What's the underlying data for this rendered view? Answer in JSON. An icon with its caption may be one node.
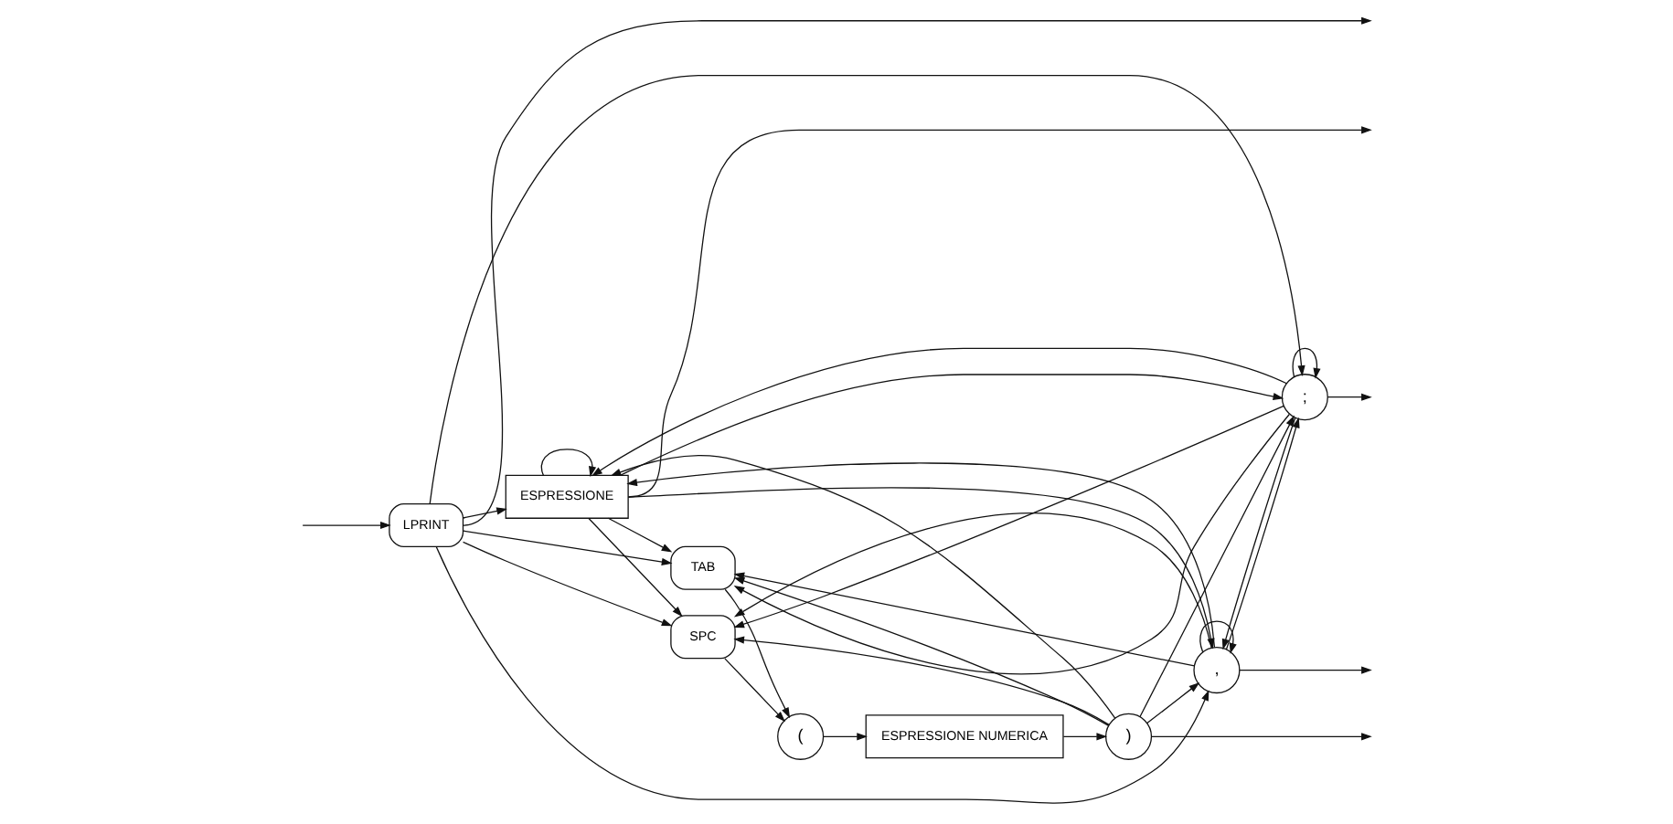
{
  "diagram": {
    "nodes": [
      {
        "text": [
          "LPRINT"
        ]
      },
      {
        "text": [
          "ESPRESSIONE"
        ]
      },
      {
        "text": [
          "SPC"
        ]
      },
      {
        "text": [
          "TAB"
        ]
      },
      {
        "text": [
          "("
        ]
      },
      {
        "text": [
          "ESPRESSIONE NUMERICA"
        ]
      },
      {
        "text": [
          ")"
        ]
      },
      {
        "text": [
          ","
        ]
      },
      {
        "text": [
          ";"
        ]
      }
    ],
    "edges": [
      {
        "from": 0,
        "to": null,
        "arrow": "to"
      },
      {
        "from": null,
        "to": 0,
        "arrow": "to"
      },
      {
        "from": 0,
        "to": 1,
        "arrow": "to"
      },
      {
        "from": 0,
        "to": 2,
        "arrow": "to"
      },
      {
        "from": 0,
        "to": 3,
        "arrow": "to"
      },
      {
        "from": 0,
        "to": 7,
        "arrow": "to"
      },
      {
        "from": 0,
        "to": 8,
        "arrow": "to"
      },
      {
        "from": 2,
        "to": 4,
        "arrow": "to"
      },
      {
        "from": 3,
        "to": 4,
        "arrow": "to"
      },
      {
        "from": 4,
        "to": 5,
        "arrow": "to"
      },
      {
        "from": 5,
        "to": 6,
        "arrow": "to"
      },
      {
        "from": 1,
        "to": null,
        "arrow": "to"
      },
      {
        "from": 6,
        "to": null,
        "arrow": "to"
      },
      {
        "from": 7,
        "to": null,
        "arrow": "to"
      },
      {
        "from": 8,
        "to": null,
        "arrow": "to"
      },
      {
        "from": 1,
        "to": 1,
        "arrow": "to"
      },
      {
        "from": 1,
        "to": 2,
        "arrow": "to"
      },
      {
        "from": 1,
        "to": 3,
        "arrow": "to"
      },
      {
        "from": 1,
        "to": 7,
        "arrow": "to"
      },
      {
        "from": 1,
        "to": 8,
        "arrow": "to"
      },
      {
        "from": 6,
        "to": 1,
        "arrow": "to"
      },
      {
        "from": 6,
        "to": 2,
        "arrow": "to"
      },
      {
        "from": 6,
        "to": 3,
        "arrow": "to"
      },
      {
        "from": 6,
        "to": 7,
        "arrow": "to"
      },
      {
        "from": 6,
        "to": 8,
        "arrow": "to"
      },
      {
        "from": 7,
        "to": 1,
        "arrow": "to"
      },
      {
        "from": 7,
        "to": 2,
        "arrow": "to"
      },
      {
        "from": 7,
        "to": 3,
        "arrow": "to"
      },
      {
        "from": 7,
        "to": 7,
        "arrow": "to"
      },
      {
        "from": 7,
        "to": 8,
        "arrow": "to"
      },
      {
        "from": 8,
        "to": 1,
        "arrow": "to"
      },
      {
        "from": 8,
        "to": 2,
        "arrow": "to"
      },
      {
        "from": 8,
        "to": 3,
        "arrow": "to"
      },
      {
        "from": 8,
        "to": 7,
        "arrow": "to"
      },
      {
        "from": 8,
        "to": 8,
        "arrow": "to"
      }
    ]
  }
}
